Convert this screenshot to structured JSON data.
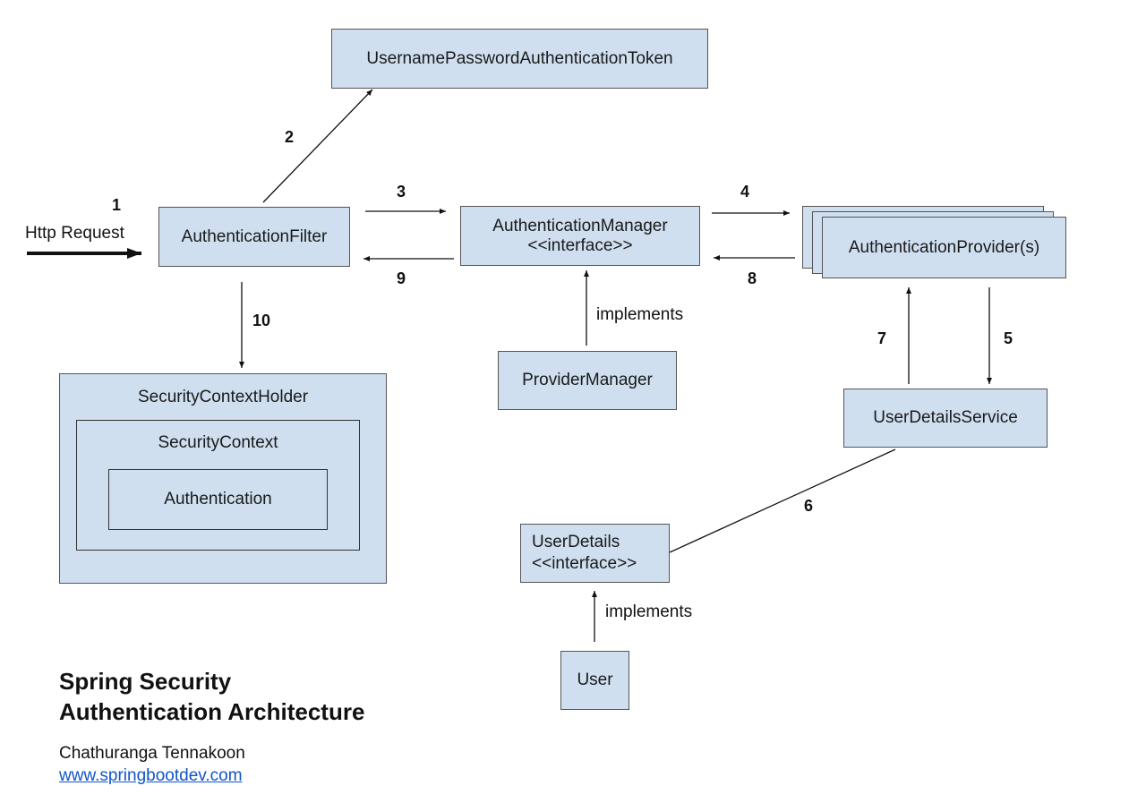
{
  "nodes": {
    "token": "UsernamePasswordAuthenticationToken",
    "filter": "AuthenticationFilter",
    "manager_line1": "AuthenticationManager",
    "manager_line2": "<<interface>>",
    "provider": "AuthenticationProvider(s)",
    "provider_manager": "ProviderManager",
    "user_details_service": "UserDetailsService",
    "user_details_line1": "UserDetails",
    "user_details_line2": "<<interface>>",
    "user": "User",
    "context_holder": "SecurityContextHolder",
    "context": "SecurityContext",
    "authentication": "Authentication"
  },
  "edges": {
    "http_request": "Http Request",
    "implements_manager": "implements",
    "implements_user": "implements",
    "steps": [
      "1",
      "2",
      "3",
      "4",
      "5",
      "6",
      "7",
      "8",
      "9",
      "10"
    ]
  },
  "caption": {
    "title_line1": "Spring Security",
    "title_line2": "Authentication Architecture",
    "author": "Chathuranga Tennakoon",
    "link": "www.springbootdev.com"
  },
  "colors": {
    "box_fill": "#cfdff0",
    "box_border": "#555555",
    "link": "#1155cc"
  }
}
